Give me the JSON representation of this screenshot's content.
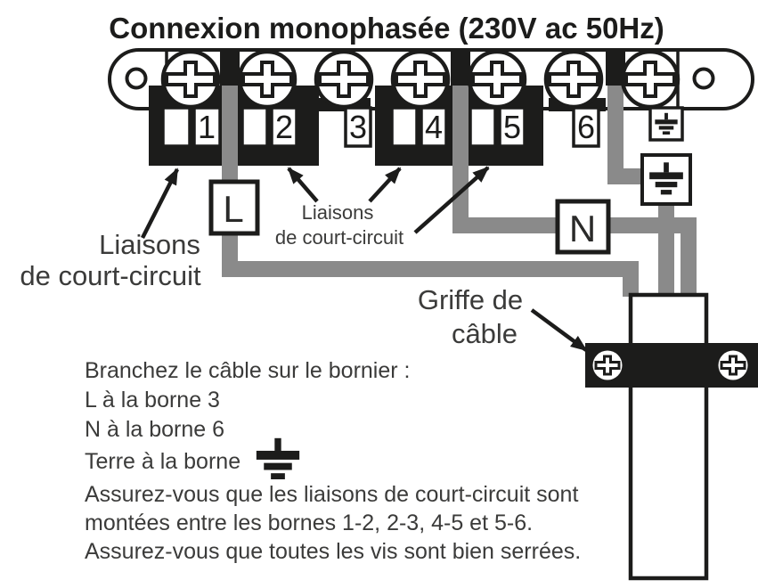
{
  "title": "Connexion monophasée (230V ac 50Hz)",
  "terminal_block": {
    "numbers": [
      "1",
      "2",
      "3",
      "4",
      "5",
      "6"
    ]
  },
  "wire_labels": {
    "line": "L",
    "neutral": "N"
  },
  "annotations": {
    "links_left_line1": "Liaisons",
    "links_left_line2": "de court-circuit",
    "links_mid_line1": "Liaisons",
    "links_mid_line2": "de court-circuit",
    "clamp_line1": "Griffe de",
    "clamp_line2": "câble"
  },
  "instructions": {
    "line1": "Branchez le câble sur le bornier :",
    "line2": "L à la borne 3",
    "line3": "N à la borne 6",
    "line4": "Terre à la borne",
    "line5": "Assurez-vous que les liaisons de court-circuit sont",
    "line6": "montées entre les bornes 1-2, 2-3, 4-5 et 5-6.",
    "line7": "Assurez-vous que toutes les vis sont bien serrées."
  },
  "colors": {
    "ink": "#1c1c1b",
    "wire_gray": "#8a8a8a",
    "text": "#3b3b3a"
  }
}
